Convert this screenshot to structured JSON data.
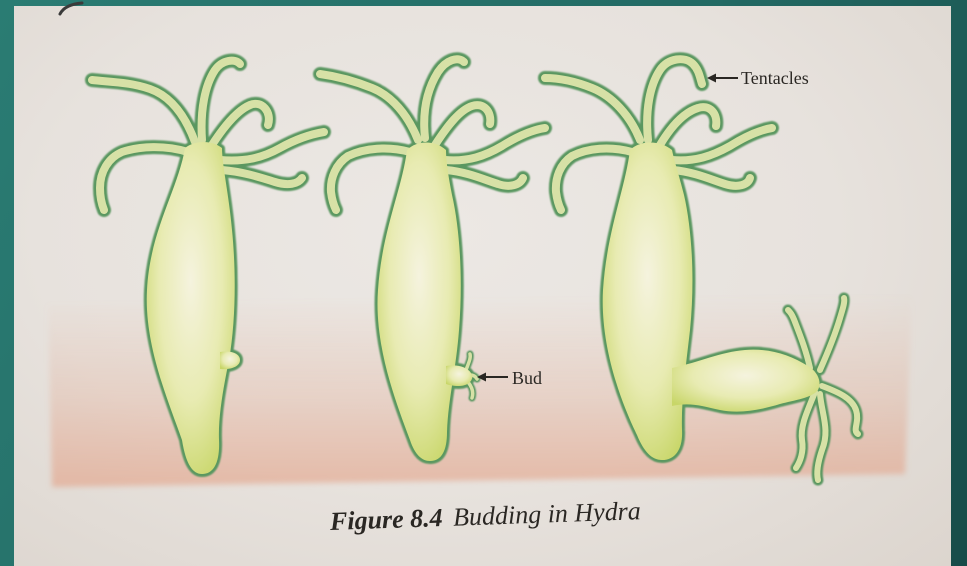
{
  "figure": {
    "labels": {
      "tentacles": "Tentacles",
      "bud": "Bud"
    },
    "caption": {
      "number": "Figure 8.4",
      "title": "Budding in Hydra"
    }
  },
  "colors": {
    "frame": "#2a7c73",
    "paper": "#e7e2dd",
    "hydra_fill": "#e8ebb2",
    "hydra_edge": "#5a9760",
    "tentacle_fill": "#d7e1a6",
    "ground_wash": "#e3a186",
    "text": "#2a2723"
  }
}
